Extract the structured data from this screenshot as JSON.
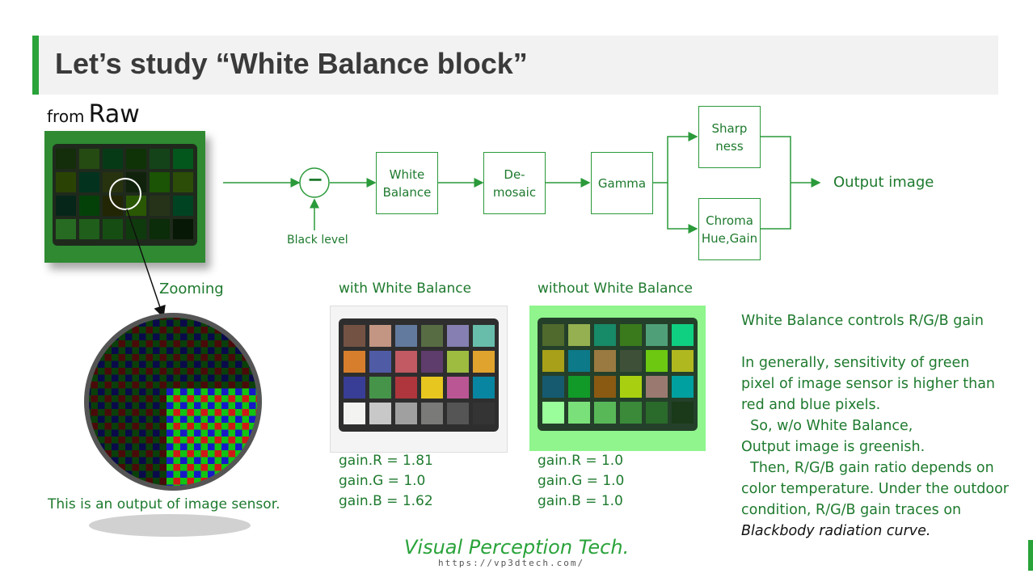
{
  "title": "Let’s study “White Balance block”",
  "raw": {
    "prefix": "from",
    "word": "Raw",
    "zoom_label": "Zooming",
    "caption": "This is an output of image sensor."
  },
  "pipeline": {
    "subtract_symbol": "−",
    "black_level": "Black level",
    "white_balance": [
      "White",
      "Balance"
    ],
    "demosaic": [
      "De-",
      "mosaic"
    ],
    "gamma": "Gamma",
    "sharpness": [
      "Sharp",
      "ness"
    ],
    "chroma": [
      "Chroma",
      "Hue,Gain"
    ],
    "output": "Output image"
  },
  "with_wb": {
    "label": "with White Balance",
    "gain_r": "gain.R = 1.81",
    "gain_g": "gain.G = 1.0",
    "gain_b": "gain.B = 1.62",
    "patch_colors": [
      "#735244",
      "#c29682",
      "#627a9d",
      "#576c43",
      "#8580b1",
      "#67bdaa",
      "#d67e2c",
      "#505ba6",
      "#c15a63",
      "#5e3c6c",
      "#9dbc40",
      "#e0a32e",
      "#383d96",
      "#469449",
      "#af363c",
      "#e7c71f",
      "#bb5695",
      "#0885a1",
      "#f3f3f2",
      "#c8c8c8",
      "#a0a0a0",
      "#7a7a79",
      "#555555",
      "#343434"
    ]
  },
  "without_wb": {
    "label": "without White Balance",
    "gain_r": "gain.R = 1.0",
    "gain_g": "gain.G = 1.0",
    "gain_b": "gain.B = 1.0",
    "patch_colors": [
      "#4f6a2c",
      "#95b050",
      "#178a68",
      "#3a7a1c",
      "#4fa078",
      "#0fd080",
      "#a8a018",
      "#0c7a88",
      "#9a7a40",
      "#3f5038",
      "#6cc810",
      "#b0b820",
      "#165a70",
      "#119a28",
      "#8a5a12",
      "#a8d010",
      "#9a7a70",
      "#00a0a0",
      "#9aff9a",
      "#7ae07a",
      "#58b858",
      "#3a8a3a",
      "#2a6a2a",
      "#1a3a1a"
    ]
  },
  "description": {
    "heading": "White Balance controls R/G/B gain",
    "lines": [
      "In generally, sensitivity of green",
      "pixel of image sensor is higher than",
      "red and blue pixels.",
      "  So, w/o White Balance,",
      "Output image is greenish.",
      "  Then, R/G/B gain ratio depends on",
      "color temperature. Under the outdoor",
      "condition, R/G/B gain traces on"
    ],
    "italic_line": "Blackbody radiation curve."
  },
  "footer": {
    "brand": "Visual Perception Tech.",
    "url": "https://vp3dtech.com/"
  },
  "colors": {
    "accent": "#2aa33a",
    "text_green": "#1e7a2e",
    "title_gray": "#3a3a3a"
  }
}
